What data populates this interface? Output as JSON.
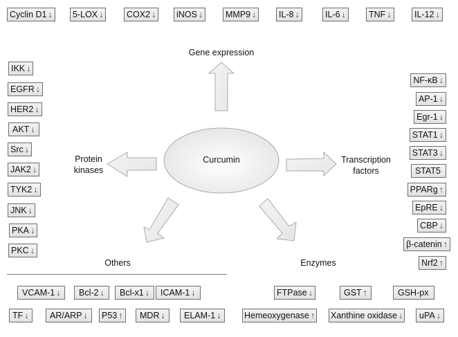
{
  "center": {
    "label": "Curcumin"
  },
  "categories": {
    "gene_expression": "Gene expression",
    "protein_kinases": [
      "Protein",
      "kinases"
    ],
    "transcription_factors": [
      "Transcription",
      "factors"
    ],
    "others": "Others",
    "enzymes": "Enzymes"
  },
  "gene_expression_targets": [
    {
      "name": "Cyclin D1",
      "effect": "↓"
    },
    {
      "name": "5-LOX",
      "effect": "↓"
    },
    {
      "name": "COX2",
      "effect": "↓"
    },
    {
      "name": "iNOS",
      "effect": "↓"
    },
    {
      "name": "MMP9",
      "effect": "↓"
    },
    {
      "name": "IL-8",
      "effect": "↓"
    },
    {
      "name": "IL-6",
      "effect": "↓"
    },
    {
      "name": "TNF",
      "effect": "↓"
    },
    {
      "name": "IL-12",
      "effect": "↓"
    }
  ],
  "protein_kinase_targets": [
    {
      "name": "IKK",
      "effect": "↓"
    },
    {
      "name": "EGFR",
      "effect": "↓"
    },
    {
      "name": "HER2",
      "effect": "↓"
    },
    {
      "name": "AKT",
      "effect": "↓"
    },
    {
      "name": "Src",
      "effect": "↓"
    },
    {
      "name": "JAK2",
      "effect": "↓"
    },
    {
      "name": "TYK2",
      "effect": "↓"
    },
    {
      "name": "JNK",
      "effect": "↓"
    },
    {
      "name": "PKA",
      "effect": "↓"
    },
    {
      "name": "PKC",
      "effect": "↓"
    }
  ],
  "transcription_factor_targets": [
    {
      "name": "NF-κB",
      "effect": "↓"
    },
    {
      "name": "AP-1",
      "effect": "↓"
    },
    {
      "name": "Egr-1",
      "effect": "↓"
    },
    {
      "name": "STAT1",
      "effect": "↓"
    },
    {
      "name": "STAT3",
      "effect": "↓"
    },
    {
      "name": "STAT5",
      "effect": ""
    },
    {
      "name": "PPARg",
      "effect": "↑"
    },
    {
      "name": "EpRE",
      "effect": "↓"
    },
    {
      "name": "CBP",
      "effect": "↓"
    },
    {
      "name": "β-catenin",
      "effect": "↑"
    },
    {
      "name": "Nrf2",
      "effect": "↑"
    }
  ],
  "other_targets": [
    {
      "name": "VCAM-1",
      "effect": "↓"
    },
    {
      "name": "Bcl-2",
      "effect": "↓"
    },
    {
      "name": "Bcl-x1",
      "effect": "↓"
    },
    {
      "name": "ICAM-1",
      "effect": "↓"
    },
    {
      "name": "TF",
      "effect": "↓"
    },
    {
      "name": "AR/ARP",
      "effect": "↓"
    },
    {
      "name": "P53",
      "effect": "↑"
    },
    {
      "name": "MDR",
      "effect": "↓"
    },
    {
      "name": "ELAM-1",
      "effect": "↓"
    }
  ],
  "enzyme_targets": [
    {
      "name": "FTPase",
      "effect": "↓"
    },
    {
      "name": "GST",
      "effect": "↑"
    },
    {
      "name": "GSH-px",
      "effect": ""
    },
    {
      "name": "Hemeoxygenase",
      "effect": "↑"
    },
    {
      "name": "Xanthine oxidase",
      "effect": "↓"
    },
    {
      "name": "uPA",
      "effect": "↓"
    }
  ]
}
